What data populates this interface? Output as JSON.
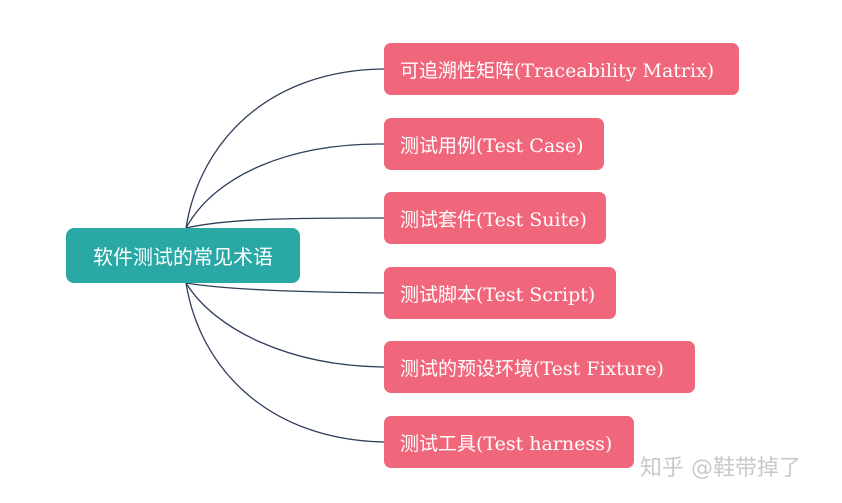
{
  "diagram": {
    "root": {
      "label": "软件测试的常见术语",
      "color": "#2aa8a6"
    },
    "branch_color": "#f0667a",
    "connector_color": "#2f3f5a",
    "children": [
      {
        "label": "可追溯性矩阵(Traceability Matrix)"
      },
      {
        "label": "测试用例(Test Case)"
      },
      {
        "label": "测试套件(Test Suite)"
      },
      {
        "label": "测试脚本(Test Script)"
      },
      {
        "label": "测试的预设环境(Test Fixture)"
      },
      {
        "label": "测试工具(Test harness)"
      }
    ]
  },
  "watermark": {
    "text": "知乎 @鞋带掉了"
  }
}
